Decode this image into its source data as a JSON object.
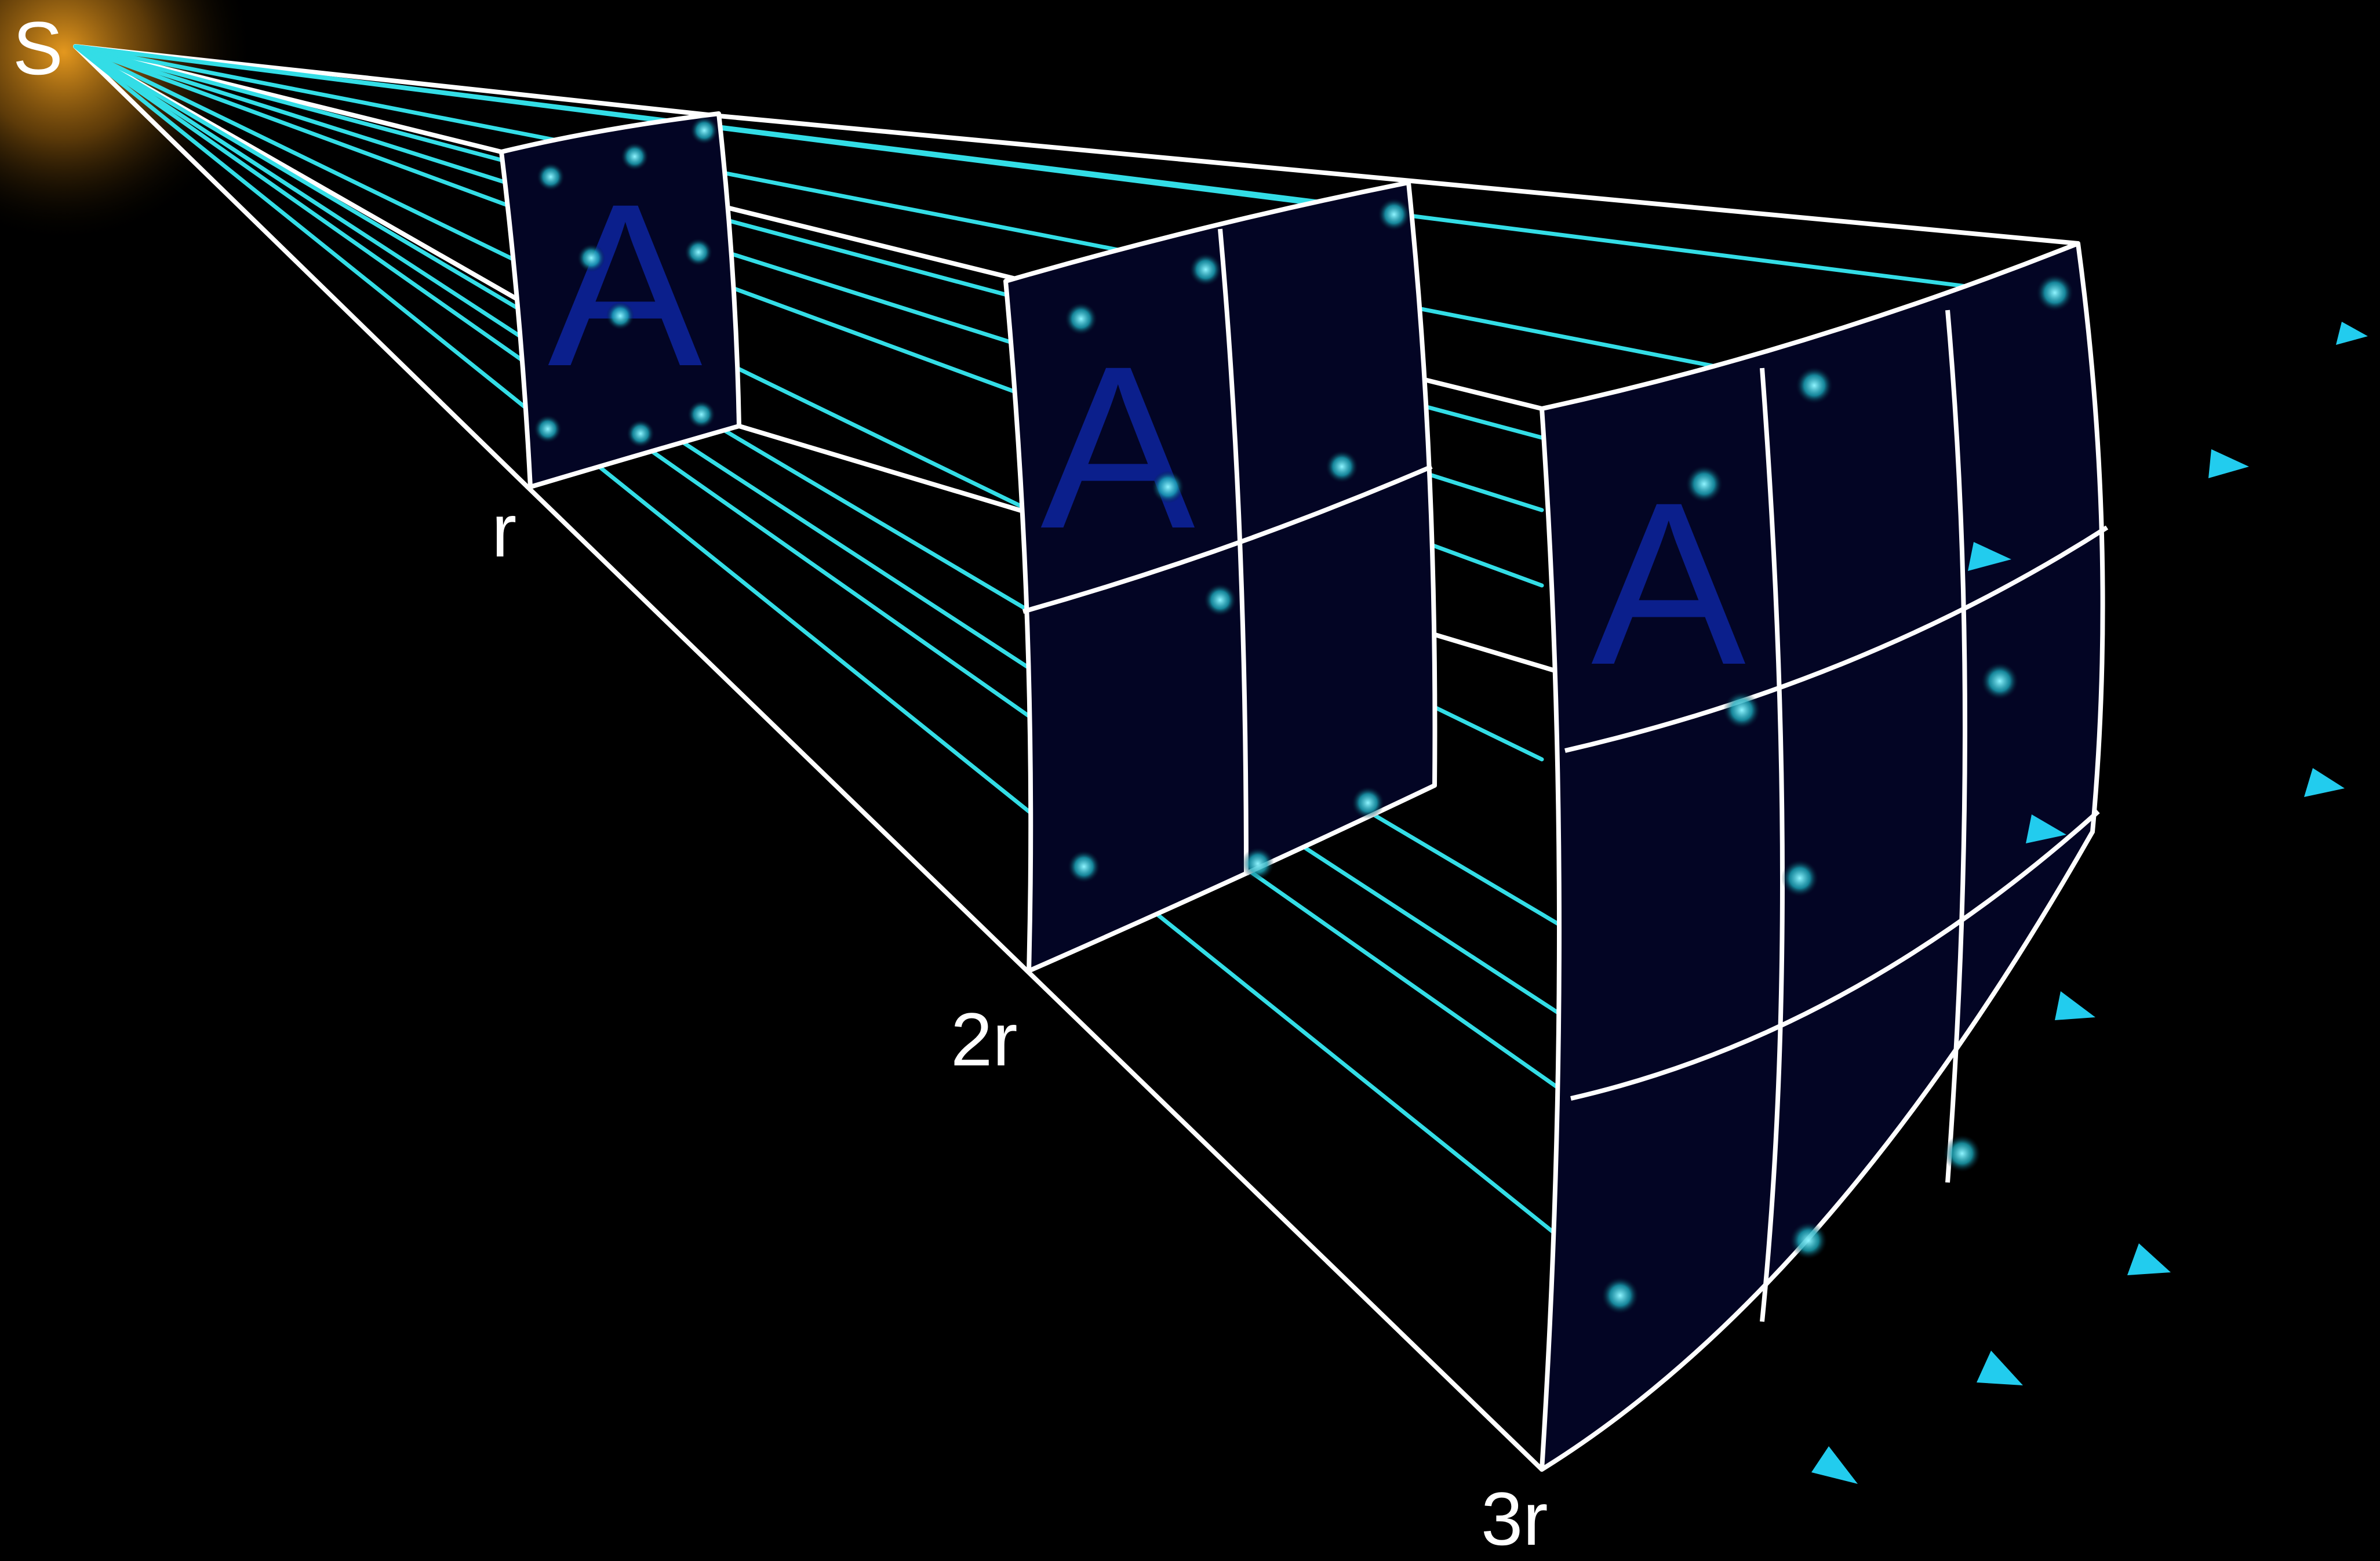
{
  "labels": {
    "source": "S",
    "d1": "r",
    "d2": "2r",
    "d3": "3r",
    "area1": "A",
    "area2": "A",
    "area3": "A"
  },
  "colors": {
    "background": "#000000",
    "ray": "#33dde6",
    "frame": "#ffffff",
    "panel": "#030524",
    "area_letter": "#0b1f8c",
    "source_glow": "#f0a020",
    "arrow": "#22ccee"
  }
}
